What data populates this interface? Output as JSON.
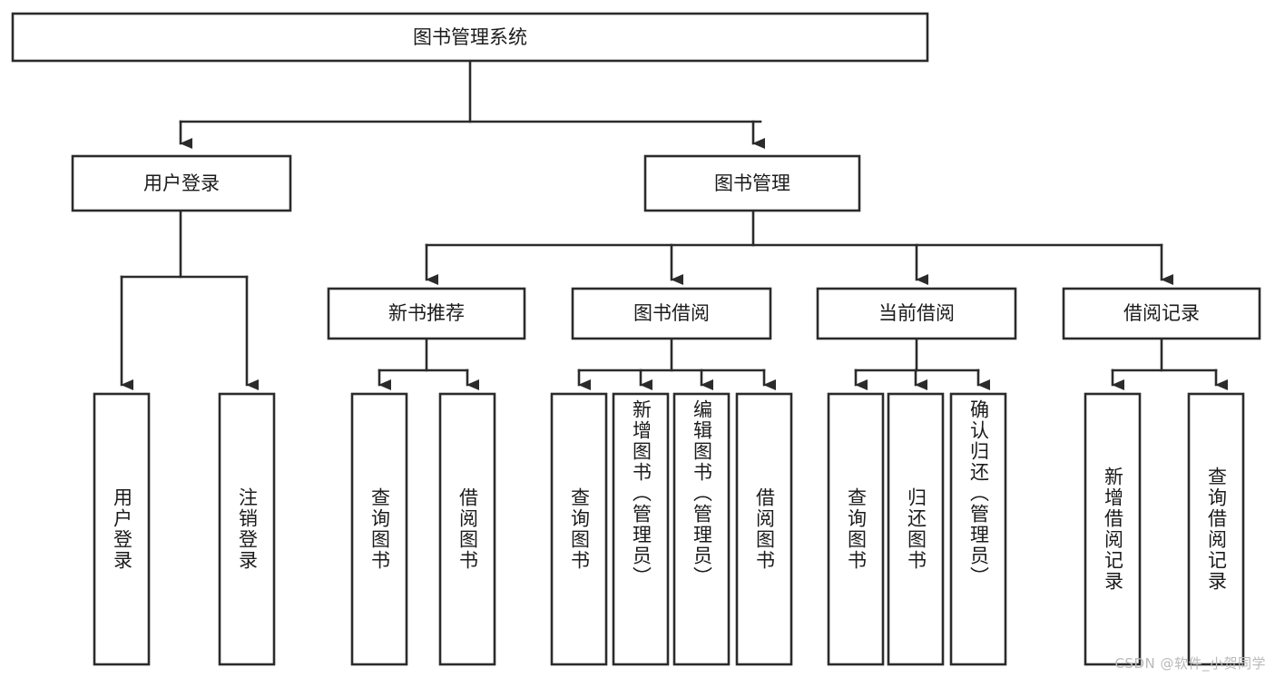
{
  "diagram": {
    "title": "图书管理系统",
    "type": "tree",
    "orientation": "top-down",
    "root": {
      "id": "root",
      "label": "图书管理系统"
    },
    "level2": [
      {
        "id": "login",
        "label": "用户登录"
      },
      {
        "id": "bookmgr",
        "label": "图书管理"
      }
    ],
    "level3": [
      {
        "id": "newbook",
        "label": "新书推荐",
        "parent": "bookmgr"
      },
      {
        "id": "borrow",
        "label": "图书借阅",
        "parent": "bookmgr"
      },
      {
        "id": "current",
        "label": "当前借阅",
        "parent": "bookmgr"
      },
      {
        "id": "record",
        "label": "借阅记录",
        "parent": "bookmgr"
      }
    ],
    "leaves": [
      {
        "id": "leaf-1",
        "label": "用户登录",
        "parent": "login",
        "vertical": true
      },
      {
        "id": "leaf-2",
        "label": "注销登录",
        "parent": "login",
        "vertical": true
      },
      {
        "id": "leaf-3",
        "label": "查询图书",
        "parent": "newbook",
        "vertical": true
      },
      {
        "id": "leaf-4",
        "label": "借阅图书",
        "parent": "newbook",
        "vertical": true
      },
      {
        "id": "leaf-5",
        "label": "查询图书",
        "parent": "borrow",
        "vertical": true
      },
      {
        "id": "leaf-6",
        "label": "新增图书（管理员）",
        "parent": "borrow",
        "vertical": true
      },
      {
        "id": "leaf-7",
        "label": "编辑图书（管理员）",
        "parent": "borrow",
        "vertical": true
      },
      {
        "id": "leaf-8",
        "label": "借阅图书",
        "parent": "borrow",
        "vertical": true
      },
      {
        "id": "leaf-9",
        "label": "查询图书",
        "parent": "current",
        "vertical": true
      },
      {
        "id": "leaf-10",
        "label": "归还图书",
        "parent": "current",
        "vertical": true
      },
      {
        "id": "leaf-11",
        "label": "确认归还（管理员）",
        "parent": "current",
        "vertical": true
      },
      {
        "id": "leaf-12",
        "label": "新增借阅记录",
        "parent": "record",
        "vertical": true
      },
      {
        "id": "leaf-13",
        "label": "查询借阅记录",
        "parent": "record",
        "vertical": true
      }
    ],
    "colors": {
      "box_fill": "#ffffff",
      "box_stroke": "#2b2b2b",
      "connector": "#2b2b2b",
      "text": "#1b1b1b",
      "watermark": "#b9b9b9",
      "background": "#ffffff"
    }
  },
  "watermark": {
    "text": "CSDN @软件_小贺同学"
  }
}
